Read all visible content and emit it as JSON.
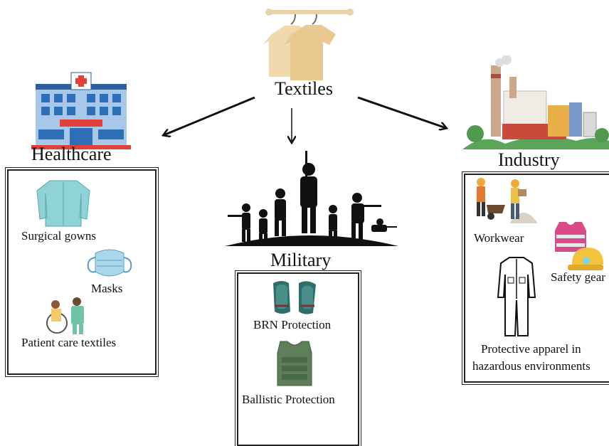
{
  "center": {
    "title": "Textiles"
  },
  "healthcare": {
    "title": "Healthcare",
    "items": [
      "Surgical gowns",
      "Masks",
      "Patient care textiles"
    ]
  },
  "military": {
    "title": "Military",
    "items": [
      "BRN Protection",
      "Ballistic Protection"
    ]
  },
  "industry": {
    "title": "Industry",
    "items": [
      "Workwear",
      "Safety gear",
      "Protective apparel in",
      "hazardous environments"
    ]
  },
  "colors": {
    "gown": "#8fd3d6",
    "mask": "#a9d8ea",
    "knee": "#2f6f6a",
    "vest": "#5e7f5a",
    "hospital": "#8fb8e0",
    "cross": "#e0413b"
  },
  "icons": [
    "clothes-rack-icon",
    "hospital-icon",
    "factory-icon",
    "soldiers-icon",
    "gown-icon",
    "mask-icon",
    "nurse-patient-icon",
    "knee-pads-icon",
    "vest-icon",
    "workers-icon",
    "safety-vest-icon",
    "hard-hat-icon",
    "coverall-icon"
  ]
}
